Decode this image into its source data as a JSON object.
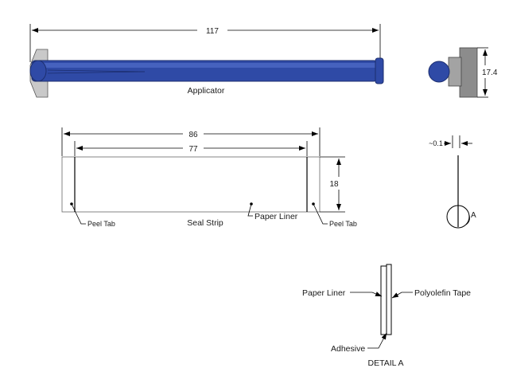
{
  "dimensions": {
    "applicator_length": "117",
    "applicator_height": "17.4",
    "strip_length": "86",
    "strip_inner_length": "77",
    "strip_height": "18",
    "tape_thickness": "~0.1"
  },
  "labels": {
    "applicator": "Applicator",
    "seal_strip": "Seal Strip",
    "paper_liner": "Paper Liner",
    "peel_tab_left": "Peel Tab",
    "peel_tab_right": "Peel Tab",
    "detail_marker": "A",
    "detail_paper_liner": "Paper Liner",
    "polyolefin_tape": "Polyolefin Tape",
    "adhesive": "Adhesive",
    "detail_title": "DETAIL A"
  },
  "colors": {
    "applicator_blue": "#2f4aa6",
    "applicator_blue_light": "#4a66c2",
    "end_cap_gray": "#8c8c8c",
    "line": "#000000"
  }
}
